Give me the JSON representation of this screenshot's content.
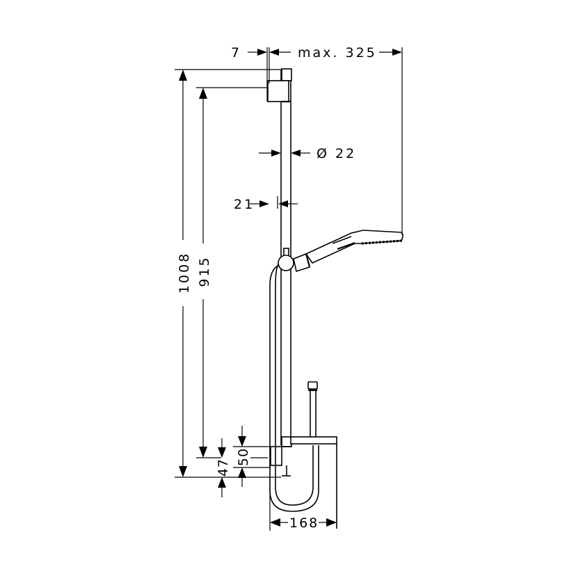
{
  "drawing": {
    "subject": "shower rail set with hand shower and hose",
    "stroke_color": "#000000",
    "background_color": "#ffffff"
  },
  "dimensions": {
    "wall_offset": "7",
    "max_projection": "max. 325",
    "rail_diameter": "Ø 22",
    "rail_gap": "21",
    "total_height": "1008",
    "bracket_spacing": "915",
    "upper_bracket_offset": "50",
    "lower_offset": "47",
    "hose_outlet_width": "168"
  }
}
